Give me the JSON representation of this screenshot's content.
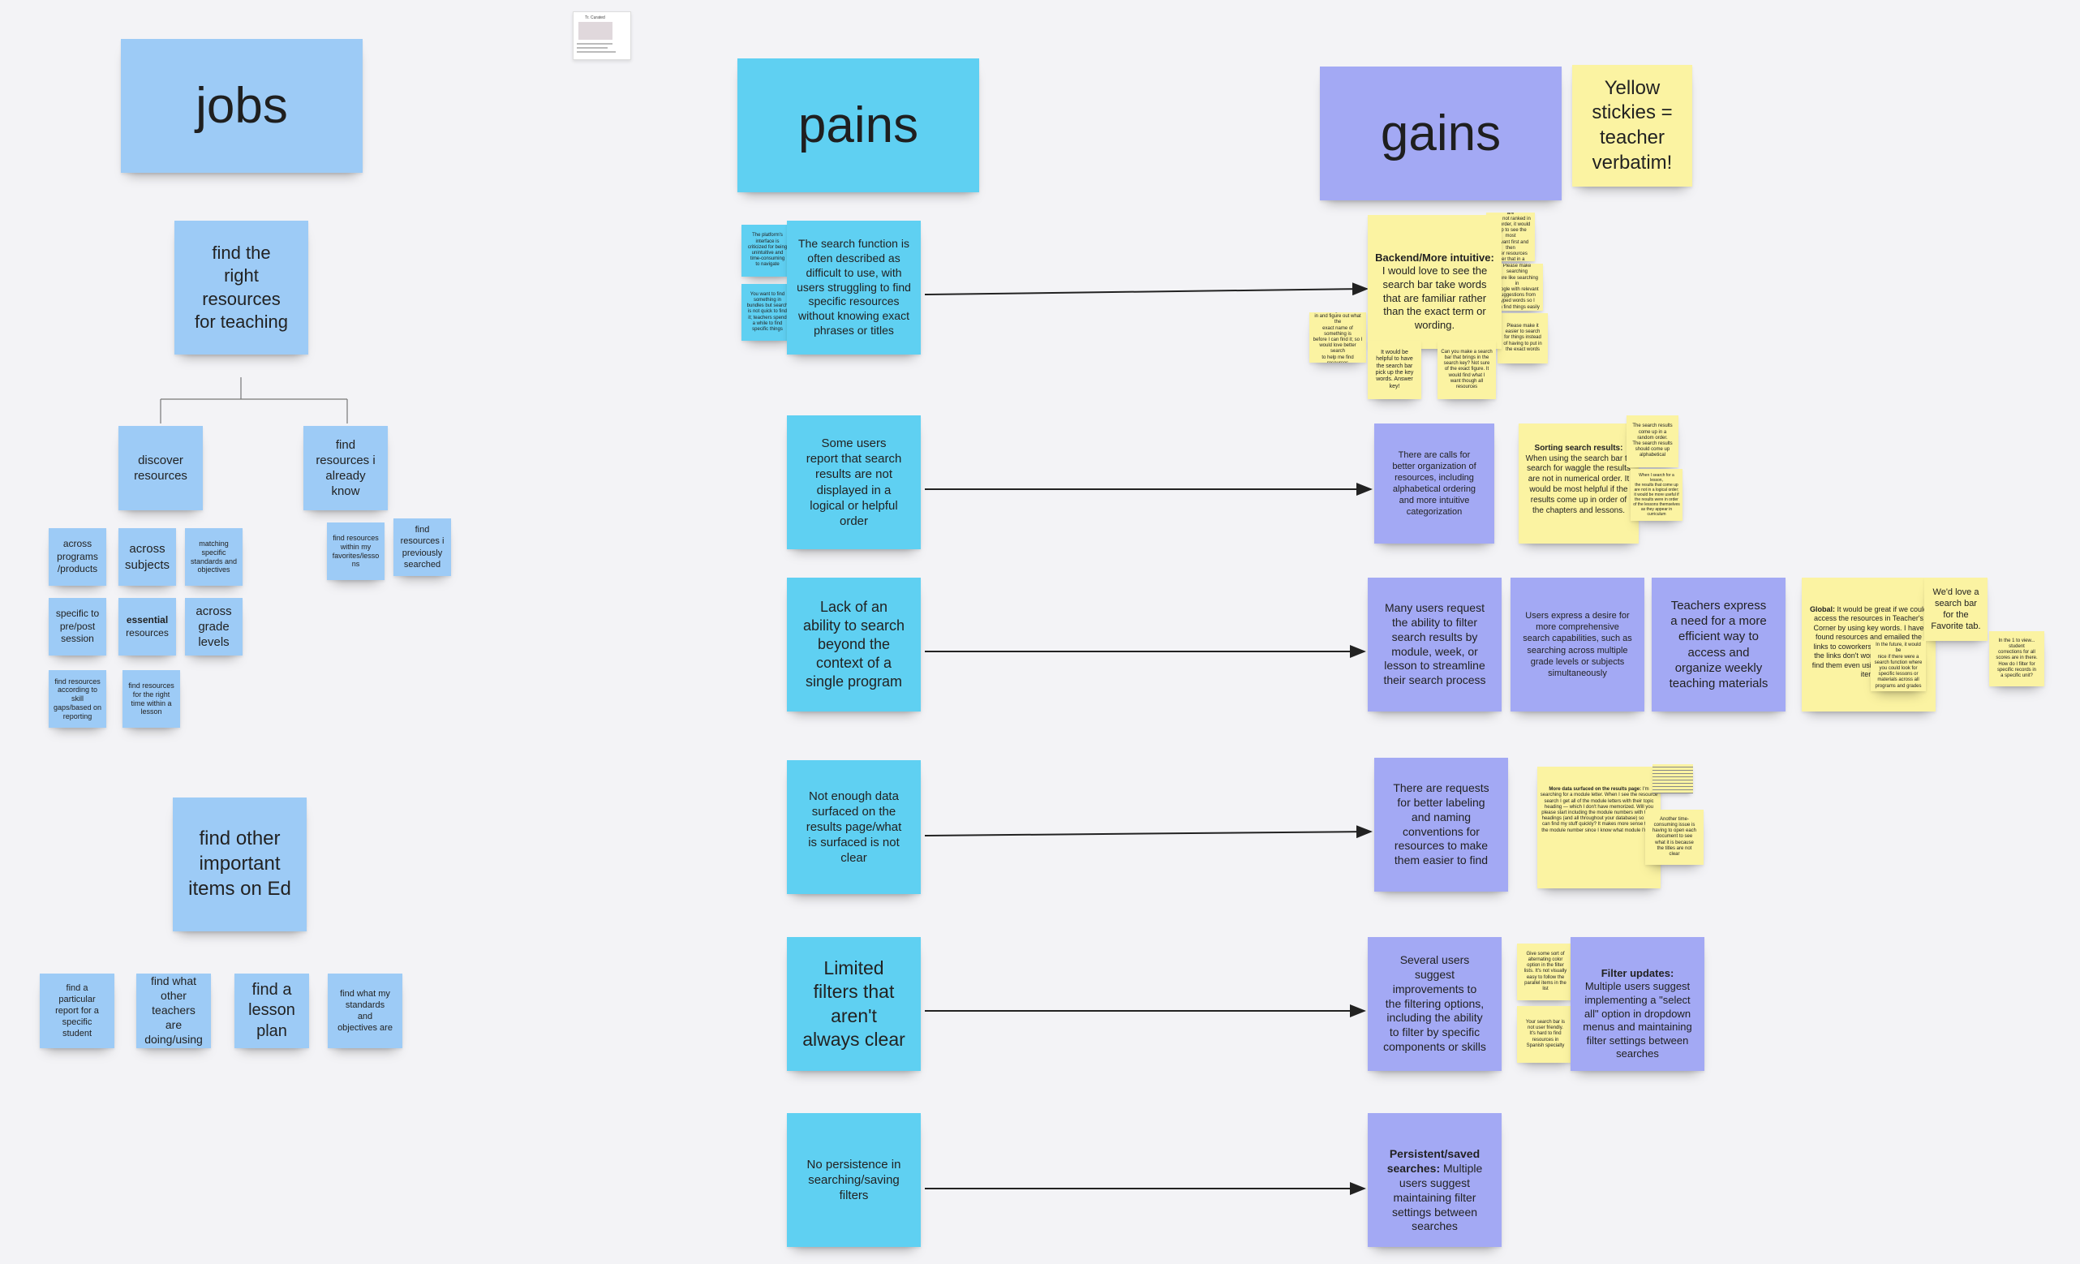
{
  "board": {
    "thumbnail_title": "Tr. Curated",
    "jobs": {
      "title": "jobs",
      "find_right": "find the\nright\nresources\nfor teaching",
      "discover": "discover\nresources",
      "find_already": "find\nresources i\nalready\nknow",
      "across_programs": "across\nprograms\n/products",
      "across_subjects": "across\nsubjects",
      "matching_standards": "matching\nspecific\nstandards and\nobjectives",
      "specific_prepost": "specific to\npre/post\nsession",
      "essential": "essential",
      "essential_sub": "resources",
      "across_grade": "across\ngrade\nlevels",
      "skill_gaps": "find resources\naccording to\nskill\ngaps/based on\nreporting",
      "right_time": "find resources\nfor the right\ntime within a\nlesson",
      "within_favorites": "find resources\nwithin my\nfavorites/lesso\nns",
      "previously_searched": "find\nresources i\npreviously\nsearched",
      "find_other": "find other\nimportant\nitems on Ed",
      "particular_report": "find a\nparticular\nreport for a\nspecific\nstudent",
      "other_teachers": "find what\nother\nteachers are\ndoing/using",
      "lesson_plan": "find a\nlesson\nplan",
      "standards_objectives": "find what my\nstandards\nand\nobjectives are"
    },
    "pains": {
      "title": "pains",
      "search_function": "The search function is\noften described as\ndifficult to use, with\nusers struggling to find\nspecific resources\nwithout knowing exact\nphrases or titles",
      "interface_note": "The platform's\ninterface is\ncriticized for being\nunintuitive and\ntime-consuming\nto navigate",
      "search_note": "You want to find\nsomething in\nbundles but search\nis not quick to find\nit; teachers spend\na while to find\nspecific things",
      "results_order": "Some users\nreport that search\nresults are not\ndisplayed in a\nlogical or helpful\norder",
      "lack_search": "Lack of an\nability to search\nbeyond the\ncontext of a\nsingle program",
      "not_enough_data": "Not enough data\nsurfaced on the\nresults page/what\nis surfaced is not\nclear",
      "limited_filters": "Limited\nfilters that\naren't\nalways clear",
      "no_persistence": "No persistence in\nsearching/saving\nfilters"
    },
    "gains": {
      "title": "gains",
      "legend": "Yellow\nstickies =\nteacher\nverbatim!",
      "backend_bold": "Backend/More intuitive:",
      "backend_text": " I would love to see the search bar take words that are familiar rather than the exact term or wording.",
      "g1_n1": "The search results are\noften not ranked in\nany order, it would\nhelp to see the most\nrelevant first and then\nother resources\nafter that in a\ncategorized view",
      "g1_n2": "Please make searching\nmore like searching in\ngoogle with relevant\nsuggestions from\ntyped words so I\ncan find things easily",
      "g1_n3": "Please make it\neasier to search\nfor things instead\nof having to put in\nthe exact words",
      "g1_n4": "I've many times had to go\nin and figure out what the\nexact name of something is\nbefore I can find it; so I\nwould love better search\nto help me find resources\nquickly",
      "g1_n5": "It would be\nhelpful to have\nthe search bar\npick up the key\nwords. Answer\nkey!",
      "g1_n6": "Can you make a search\nbar that brings in the\nsearch key? Not sure\nof the exact figure. It\nwould find what I\nwant though all\nresources",
      "calls_organization": "There are calls for\nbetter organization of\nresources, including\nalphabetical ordering\nand more intuitive\ncategorization",
      "sorting_bold": "Sorting search results:",
      "sorting_text": " When using the search bar to search for waggle the results are not in numerical order. It would be most helpful if the results come up in order of the chapters and lessons.",
      "g2_n1": "The search results\ncome up in a\nrandom order.\nThe search results\nshould come up\nalphabetical",
      "g2_n2": "When I search for a lesson,\nthe results that come up\nare not in a logical order;\nit would be more useful if\nthe results were in order\nof the lessons themselves\nas they appear in\ncurriculum",
      "filter_by_module": "Many users request\nthe ability to filter\nsearch results by\nmodule, week, or\nlesson to streamline\ntheir search process",
      "comprehensive": "Users express a desire for\nmore comprehensive\nsearch capabilities, such as\nsearching across multiple\ngrade levels or subjects\nsimultaneously",
      "efficient_way": "Teachers express\na need for a more\nefficient way to\naccess and\norganize weekly\nteaching materials",
      "global_bold": "Global:",
      "global_text": " It would be great if we could access the resources in Teacher's Corner by using key words. I have found resources and emailed the links to coworkers to use and then the links don't work and they can't find them even using the title of the item.",
      "favorite_tab": "We'd love a\nsearch bar\nfor the\nFavorite tab.",
      "g3_n1": "In the future, it would be\nnice if there were a\nsearch function where\nyou could look for\nspecific lessons or\nmaterials across all\nprograms and grades",
      "g3_n2": "In the 1 to view...\nstudent\ncorrections for all\nscores are in there.\nHow do I filter for\nspecific records in\na specific unit?",
      "labeling": "There are requests\nfor better labeling\nand naming\nconventions for\nresources to make\nthem easier to find",
      "more_data_bold": "More data surfaced on the results page:",
      "more_data_text": " I'm searching for a module letter. When I see the resource search I get all of the module letters with their topic heading — which I don't have memorized. Will you please start including the module numbers with these headings (and all throughout your database) so that I can find my stuff quickly? It makes more sense to list the module number since I know what module I'm on.",
      "g4_n1": "Another time-\nconsuming issue is\nhaving to open each\ndocument to see\nwhat it is because\nthe titles are not\nclear",
      "filtering_options": "Several users\nsuggest\nimprovements to\nthe filtering options,\nincluding the ability\nto filter by specific\ncomponents or skills",
      "g5_n1": "Give some sort of\nalternating color\noption in the filter\nlists. It's not visually\neasy to follow the\nparallel items in the\nlist",
      "g5_n2": "Your search bar is\nnot user friendly.\nIt's hard to find\nresources in\nSpanish specialty",
      "filter_updates_bold": "Filter updates:",
      "filter_updates_text": "\nMultiple users suggest implementing a \"select all\" option in dropdown menus and maintaining filter settings between searches",
      "persistent_bold": "Persistent/saved searches:",
      "persistent_text": " Multiple users suggest maintaining filter settings between searches"
    }
  }
}
